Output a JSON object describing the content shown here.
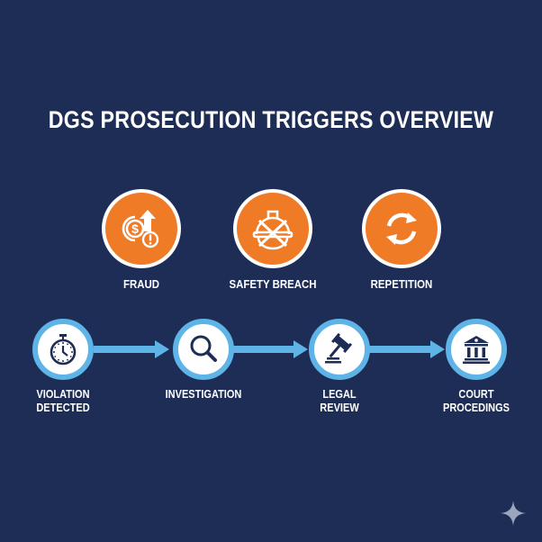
{
  "title": "DGS PROSECUTION TRIGGERS OVERVIEW",
  "colors": {
    "background": "#1e2d55",
    "trigger_fill": "#ef7b26",
    "trigger_ring": "#ffffff",
    "step_ring": "#5eb4e6",
    "step_fill": "#ffffff",
    "icon_dark": "#1e2d55",
    "arrow": "#5eb4e6"
  },
  "triggers": [
    {
      "label": "FRAUD",
      "icon": "money-up-alert-icon"
    },
    {
      "label": "SAFETY BREACH",
      "icon": "hard-hat-crossed-icon"
    },
    {
      "label": "REPETITION",
      "icon": "cycle-arrows-icon"
    }
  ],
  "process": [
    {
      "line1": "VIOLATION",
      "line2": "DETECTED",
      "icon": "stopwatch-icon"
    },
    {
      "line1": "INVESTIGATION",
      "line2": "",
      "icon": "magnifier-icon"
    },
    {
      "line1": "LEGAL",
      "line2": "REVIEW",
      "icon": "gavel-icon"
    },
    {
      "line1": "COURT",
      "line2": "PROCEDINGS",
      "icon": "courthouse-icon"
    }
  ],
  "watermark": {
    "icon": "sparkle-icon"
  }
}
